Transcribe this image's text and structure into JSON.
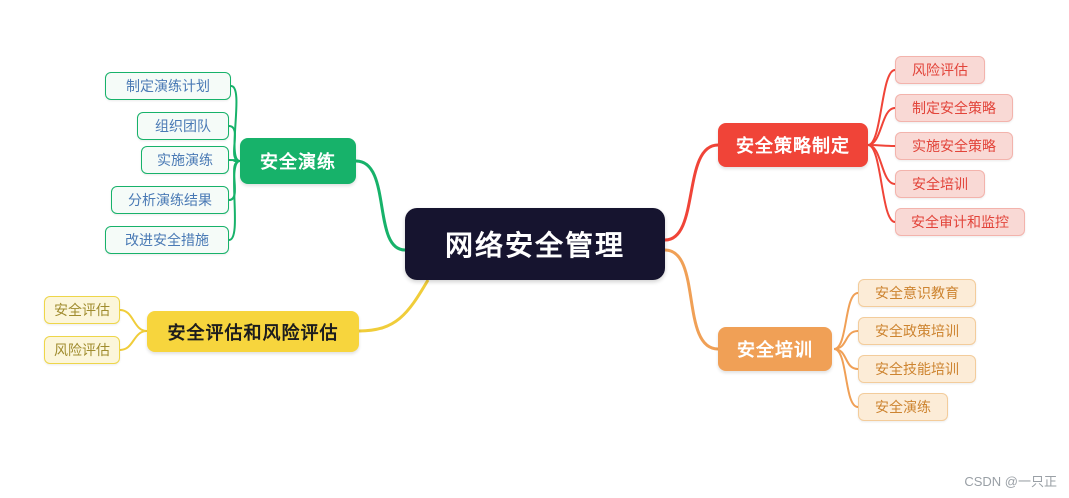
{
  "center": {
    "label": "网络安全管理",
    "color": "#16142f"
  },
  "branches": [
    {
      "id": "security-drill",
      "label": "安全演练",
      "color": "#17b26a",
      "side": "left",
      "children": [
        "制定演练计划",
        "组织团队",
        "实施演练",
        "分析演练结果",
        "改进安全措施"
      ]
    },
    {
      "id": "security-assessment",
      "label": "安全评估和风险评估",
      "color": "#f7d53d",
      "side": "left",
      "children": [
        "安全评估",
        "风险评估"
      ]
    },
    {
      "id": "security-policy",
      "label": "安全策略制定",
      "color": "#f04438",
      "side": "right",
      "children": [
        "风险评估",
        "制定安全策略",
        "实施安全策略",
        "安全培训",
        "安全审计和监控"
      ]
    },
    {
      "id": "security-training",
      "label": "安全培训",
      "color": "#f0a056",
      "side": "right",
      "children": [
        "安全意识教育",
        "安全政策培训",
        "安全技能培训",
        "安全演练"
      ]
    }
  ],
  "watermark": "CSDN @一只正"
}
